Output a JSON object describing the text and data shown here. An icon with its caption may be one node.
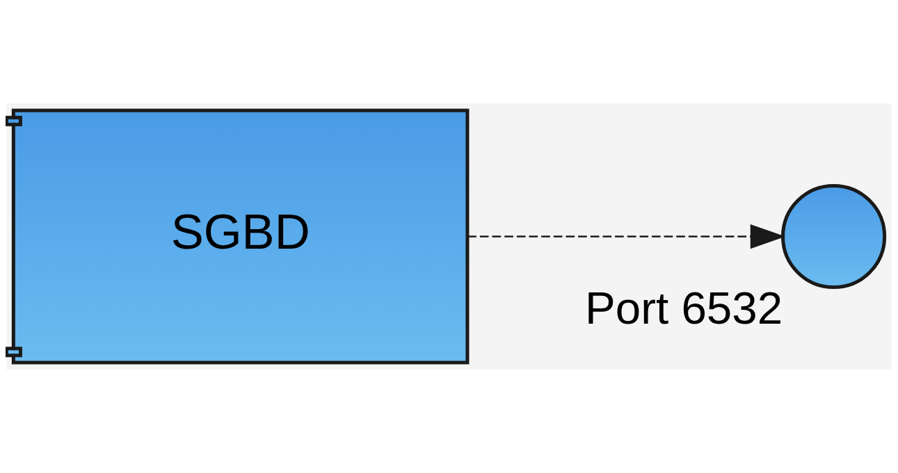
{
  "diagram": {
    "nodes": [
      {
        "text": [
          "SGBD"
        ]
      },
      {
        "text": [
          "Port 6532"
        ]
      }
    ],
    "edges": [
      {
        "from": 0,
        "to": 1,
        "arrow": "to",
        "style": "dashed"
      }
    ]
  }
}
